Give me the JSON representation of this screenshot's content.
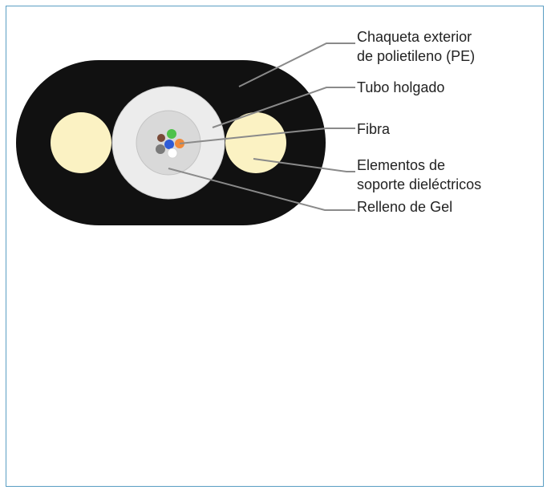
{
  "labels": {
    "jacket_line1": "Chaqueta exterior",
    "jacket_line2": "de polietileno (PE)",
    "loose_tube": "Tubo holgado",
    "fiber": "Fibra",
    "support_line1": "Elementos de",
    "support_line2": "soporte dieléctricos",
    "gel": "Relleno de Gel"
  },
  "colors": {
    "frame_border": "#5a9ec3",
    "jacket": "#111111",
    "loose_tube": "#ececec",
    "gel": "#d9d9d9",
    "support_elements": "#fbf2c3",
    "leader_lines": "#8a8a8a",
    "fiber_green": "#4fc24a",
    "fiber_orange": "#f08a3a",
    "fiber_blue": "#2e5bd6",
    "fiber_grey": "#7a7a7a",
    "fiber_brown": "#7a4a38",
    "fiber_white": "#ffffff"
  }
}
